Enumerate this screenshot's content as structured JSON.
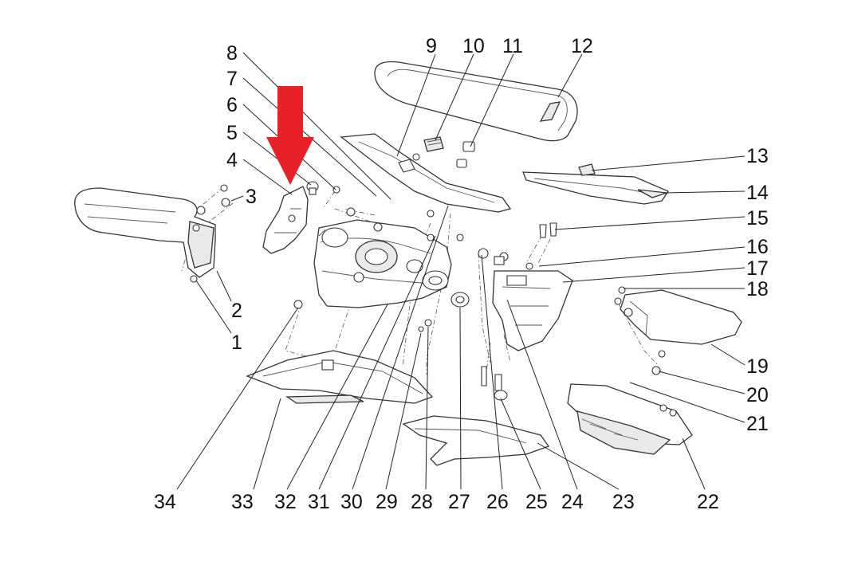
{
  "diagram": {
    "type": "exploded parts diagram",
    "callouts": [
      "1",
      "2",
      "3",
      "4",
      "5",
      "6",
      "7",
      "8",
      "9",
      "10",
      "11",
      "12",
      "13",
      "14",
      "15",
      "16",
      "17",
      "18",
      "19",
      "20",
      "21",
      "22",
      "23",
      "24",
      "25",
      "26",
      "27",
      "28",
      "29",
      "30",
      "31",
      "32",
      "33",
      "34"
    ],
    "highlight": {
      "target": "4",
      "color": "#e82027"
    }
  }
}
